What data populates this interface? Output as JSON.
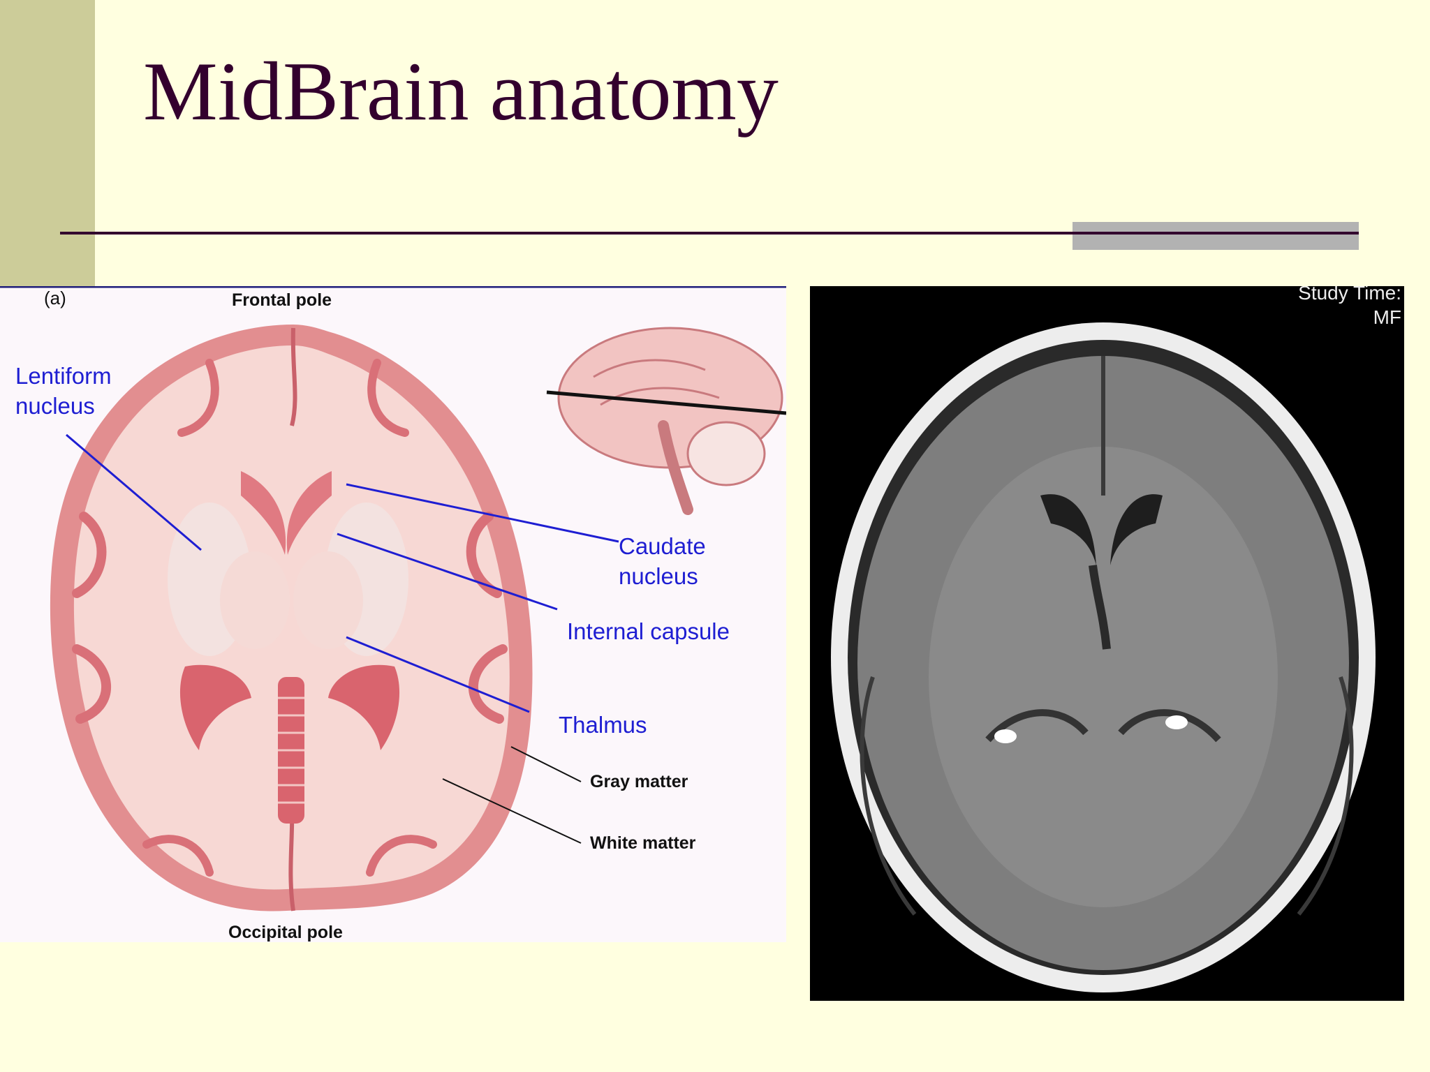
{
  "slide": {
    "title": "MidBrain anatomy"
  },
  "diagram": {
    "panel_label": "(a)",
    "frontal_pole": "Frontal pole",
    "occipital_pole": "Occipital pole",
    "labels": {
      "lentiform_nucleus": "Lentiform\nnucleus",
      "caudate_nucleus": "Caudate\nnucleus",
      "internal_capsule": "Internal capsule",
      "thalmus": "Thalmus",
      "gray_matter": "Gray matter",
      "white_matter": "White matter"
    }
  },
  "ct_scan": {
    "corner_text": "Study Time:\nMF"
  },
  "colors": {
    "background": "#FFFFE0",
    "sidebar": "#CCCC99",
    "title": "#33002E",
    "label_blue": "#1E1ED2",
    "brain_pink": "#F6D6D2",
    "gray_matter": "#E08A8C"
  }
}
